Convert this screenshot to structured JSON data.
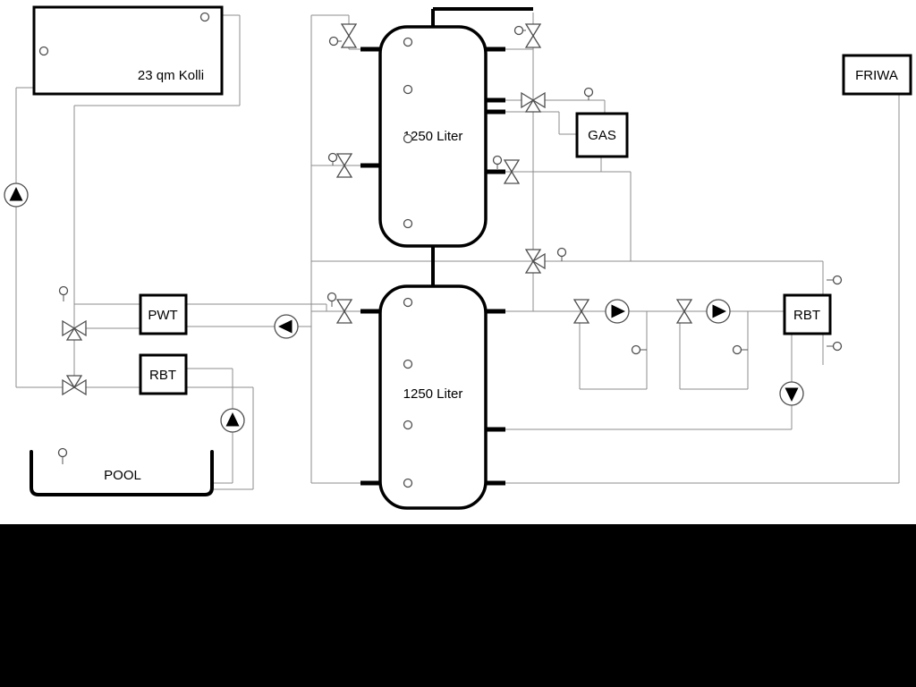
{
  "diagram": {
    "collector": {
      "label": "23 qm Kolli"
    },
    "tank_top": {
      "label": "1250 Liter"
    },
    "tank_bottom": {
      "label": "1250 Liter"
    },
    "gas": {
      "label": "GAS"
    },
    "friwa": {
      "label": "FRIWA"
    },
    "pwt": {
      "label": "PWT"
    },
    "rbt_left": {
      "label": "RBT"
    },
    "rbt_right": {
      "label": "RBT"
    },
    "pool": {
      "label": "POOL"
    },
    "colors": {
      "pipe": "#8c8c8c",
      "component_outline": "#4d4d4d",
      "structure_outline": "#000000",
      "background": "#ffffff",
      "letterbox": "#000000"
    }
  }
}
